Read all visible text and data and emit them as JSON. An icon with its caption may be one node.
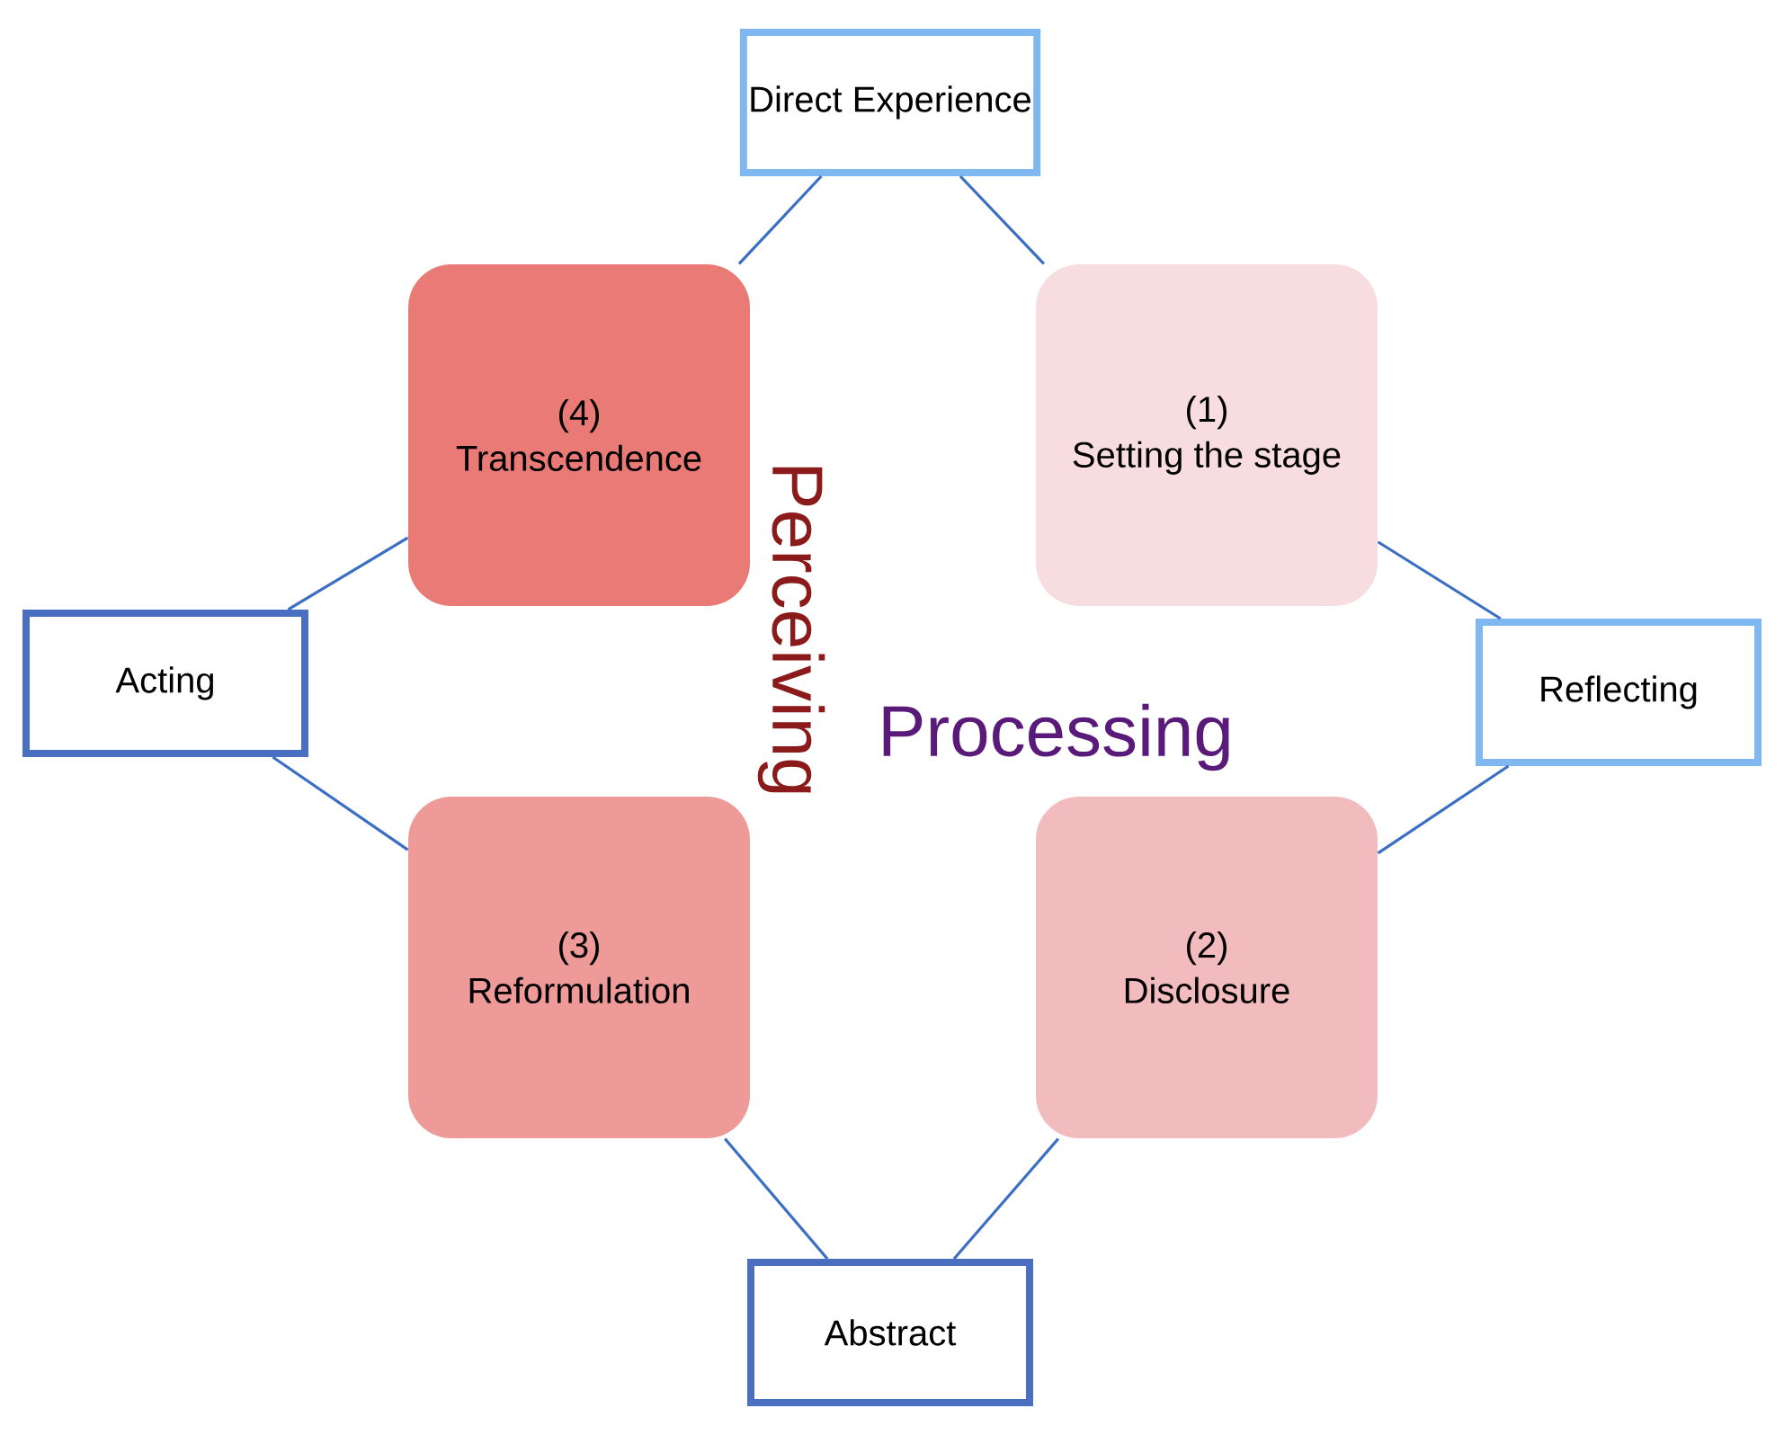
{
  "diagram": {
    "nodes": [
      {
        "text": [
          "Direct Experience"
        ]
      },
      {
        "text": [
          "(1)",
          "Setting the stage"
        ]
      },
      {
        "text": [
          "Reflecting"
        ]
      },
      {
        "text": [
          "(2)",
          "Disclosure"
        ]
      },
      {
        "text": [
          "Abstract"
        ]
      },
      {
        "text": [
          "(3)",
          "Reformulation"
        ]
      },
      {
        "text": [
          "Acting"
        ]
      },
      {
        "text": [
          "(4)",
          "Transcendence"
        ]
      }
    ],
    "edges": [
      {
        "from": 0,
        "to": 1,
        "arrow": "none"
      },
      {
        "from": 1,
        "to": 2,
        "arrow": "none"
      },
      {
        "from": 2,
        "to": 3,
        "arrow": "none"
      },
      {
        "from": 3,
        "to": 4,
        "arrow": "none"
      },
      {
        "from": 4,
        "to": 5,
        "arrow": "none"
      },
      {
        "from": 5,
        "to": 6,
        "arrow": "none"
      },
      {
        "from": 6,
        "to": 7,
        "arrow": "none"
      },
      {
        "from": 7,
        "to": 0,
        "arrow": "none"
      }
    ],
    "labels": [
      "Perceiving",
      "Processing"
    ]
  }
}
